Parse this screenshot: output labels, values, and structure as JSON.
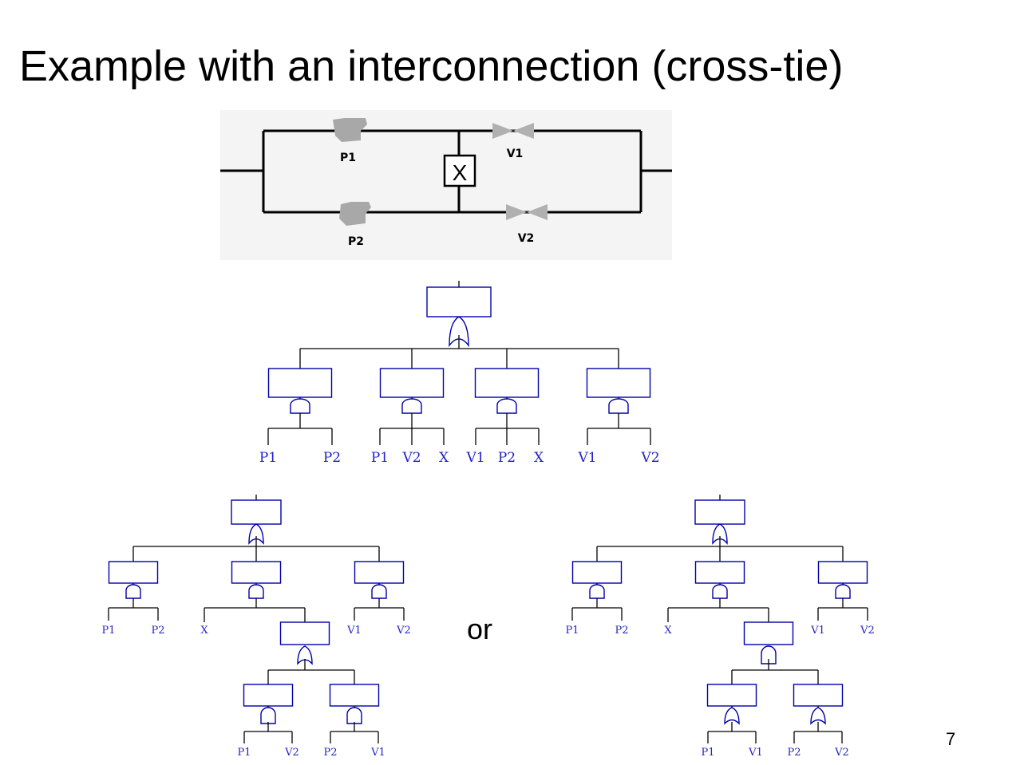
{
  "title": "Example with an interconnection (cross-tie)",
  "or_label": "or",
  "page_number": "7",
  "schematic": {
    "pump_top": "P1",
    "pump_bottom": "P2",
    "valve_top": "V1",
    "valve_bottom": "V2",
    "crosstie": "X"
  },
  "colors": {
    "tree_blue": "#0000aa",
    "leaf_text": "#2323c8",
    "component_gray": "#a8a8a8"
  },
  "trees": {
    "main": {
      "top_gate": "OR",
      "branches": [
        {
          "gate": "AND",
          "leaves": [
            "P1",
            "P2"
          ]
        },
        {
          "gate": "AND",
          "leaves": [
            "P1",
            "V2",
            "X"
          ]
        },
        {
          "gate": "AND",
          "leaves": [
            "V1",
            "P2",
            "X"
          ]
        },
        {
          "gate": "AND",
          "leaves": [
            "V1",
            "V2"
          ]
        }
      ]
    },
    "left": {
      "top_gate": "OR",
      "branches": [
        {
          "gate": "AND",
          "leaves": [
            "P1",
            "P2"
          ]
        },
        {
          "gate": "AND",
          "leaves": [
            "X"
          ],
          "sub": {
            "gate": "OR",
            "branches": [
              {
                "gate": "AND",
                "leaves": [
                  "P1",
                  "V2"
                ]
              },
              {
                "gate": "AND",
                "leaves": [
                  "P2",
                  "V1"
                ]
              }
            ]
          }
        },
        {
          "gate": "AND",
          "leaves": [
            "V1",
            "V2"
          ]
        }
      ]
    },
    "right": {
      "top_gate": "OR",
      "branches": [
        {
          "gate": "AND",
          "leaves": [
            "P1",
            "P2"
          ]
        },
        {
          "gate": "AND",
          "leaves": [
            "X"
          ],
          "sub": {
            "gate": "AND",
            "branches": [
              {
                "gate": "OR",
                "leaves": [
                  "P1",
                  "V1"
                ]
              },
              {
                "gate": "OR",
                "leaves": [
                  "P2",
                  "V2"
                ]
              }
            ]
          }
        },
        {
          "gate": "AND",
          "leaves": [
            "V1",
            "V2"
          ]
        }
      ]
    }
  }
}
